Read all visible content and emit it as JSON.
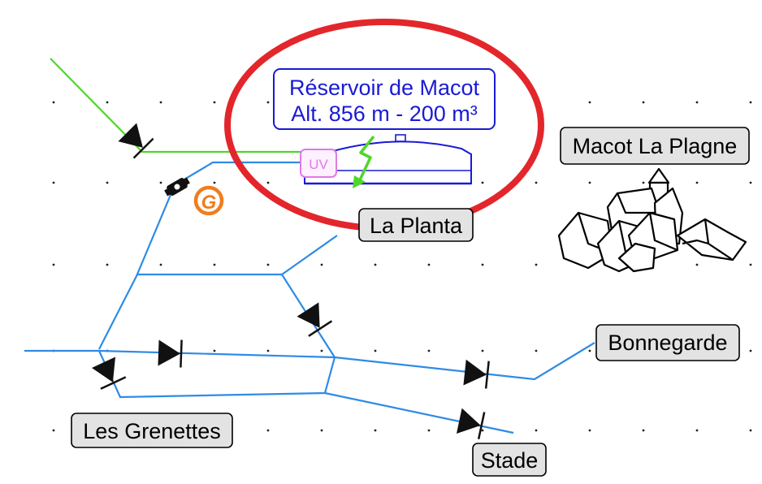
{
  "reservoir": {
    "name_line": "Réservoir de Macot",
    "alt_line": "Alt. 856 m - 200 m³",
    "uv_label": "UV",
    "highlight_color": "#e3262b",
    "outline_color": "#1a1ad6"
  },
  "labels": {
    "village": "Macot La Plagne",
    "la_planta": "La Planta",
    "bonnegarde": "Bonnegarde",
    "les_grenettes": "Les Grenettes",
    "stade": "Stade"
  },
  "generator_badge": "G",
  "colors": {
    "distribution_pipe": "#2f8be6",
    "supply_pipe": "#4fd62a",
    "label_fill": "#e3e3e3",
    "badge": "#f07d1e",
    "uv_box": "#e07ae6"
  },
  "icons": {
    "valve": "check-valve-icon",
    "pump": "pump-icon",
    "generator": "generator-badge-icon",
    "power": "lightning-bolt-icon",
    "village": "village-houses-icon"
  }
}
